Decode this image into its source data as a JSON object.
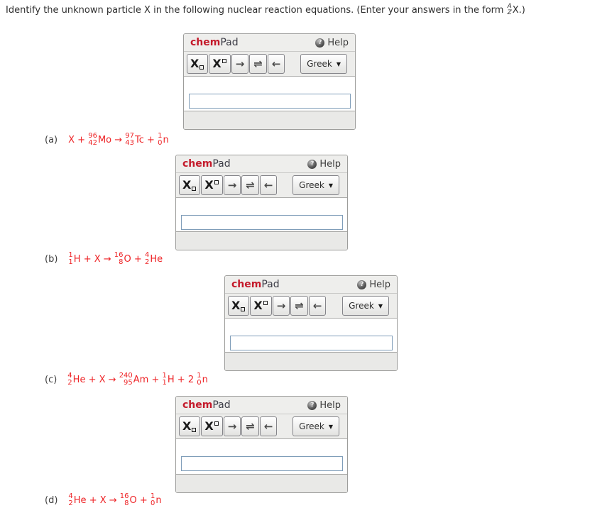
{
  "page": {
    "title_prefix": "Identify the unknown particle X in the following nuclear reaction equations. (Enter your answers in the form ",
    "form_mass": "A",
    "form_atomic": "Z",
    "title_suffix": "X.)"
  },
  "colors": {
    "brand_red": "#c41a2b",
    "equation_red": "#ee2326",
    "panel_header_gray": "#eeeeec",
    "panel_footer_gray": "#e9e9e7",
    "panel_border": "#9d9d9b",
    "input_border": "#7f9db9"
  },
  "chempad": {
    "brand_chem": "chem",
    "brand_pad": "Pad",
    "help_label": "Help",
    "help_icon_glyph": "?",
    "toolbar": {
      "x_label": "X",
      "right_arrow": "→",
      "equilibrium_arrow": "⇌",
      "left_arrow": "←",
      "greek_label": "Greek",
      "greek_caret": "▼"
    },
    "input_value": "",
    "input_placeholder": ""
  },
  "problems": [
    {
      "label": "(a)",
      "tokens": [
        {
          "type": "text",
          "value": "X + "
        },
        {
          "type": "nuclide",
          "mass": "96",
          "atomic": "42",
          "symbol": "Mo"
        },
        {
          "type": "text",
          "value": " → "
        },
        {
          "type": "nuclide",
          "mass": "97",
          "atomic": "43",
          "symbol": "Tc"
        },
        {
          "type": "text",
          "value": " + "
        },
        {
          "type": "nuclide",
          "mass": "1",
          "atomic": "0",
          "symbol": "n"
        }
      ]
    },
    {
      "label": "(b)",
      "tokens": [
        {
          "type": "nuclide",
          "mass": "1",
          "atomic": "1",
          "symbol": "H"
        },
        {
          "type": "text",
          "value": " + X → "
        },
        {
          "type": "nuclide",
          "mass": "16",
          "atomic": "8",
          "symbol": "O"
        },
        {
          "type": "text",
          "value": " + "
        },
        {
          "type": "nuclide",
          "mass": "4",
          "atomic": "2",
          "symbol": "He"
        }
      ]
    },
    {
      "label": "(c)",
      "tokens": [
        {
          "type": "nuclide",
          "mass": "4",
          "atomic": "2",
          "symbol": "He"
        },
        {
          "type": "text",
          "value": " + X → "
        },
        {
          "type": "nuclide",
          "mass": "240",
          "atomic": "95",
          "symbol": "Am"
        },
        {
          "type": "text",
          "value": " + "
        },
        {
          "type": "nuclide",
          "mass": "1",
          "atomic": "1",
          "symbol": "H"
        },
        {
          "type": "text",
          "value": " + 2 "
        },
        {
          "type": "nuclide",
          "mass": "1",
          "atomic": "0",
          "symbol": "n"
        }
      ]
    },
    {
      "label": "(d)",
      "tokens": [
        {
          "type": "nuclide",
          "mass": "4",
          "atomic": "2",
          "symbol": "He"
        },
        {
          "type": "text",
          "value": " + X → "
        },
        {
          "type": "nuclide",
          "mass": "16",
          "atomic": "8",
          "symbol": "O"
        },
        {
          "type": "text",
          "value": " + "
        },
        {
          "type": "nuclide",
          "mass": "1",
          "atomic": "0",
          "symbol": "n"
        }
      ]
    }
  ]
}
